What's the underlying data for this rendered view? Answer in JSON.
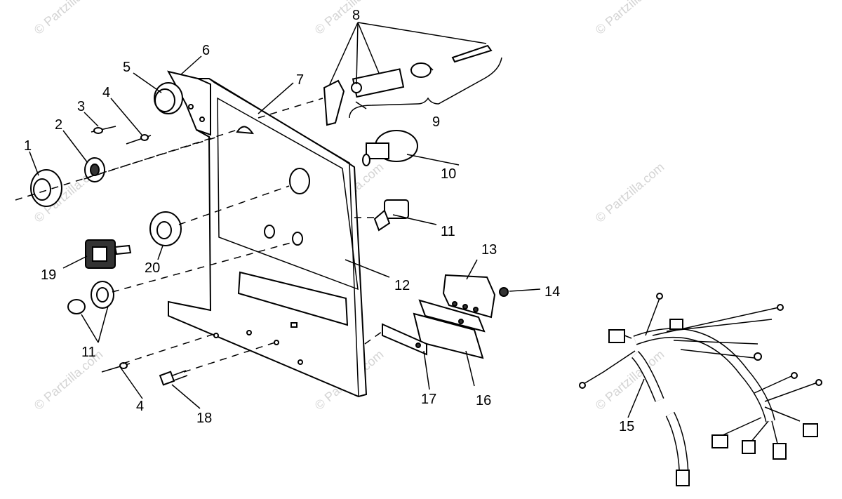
{
  "watermark": {
    "text": "© Partzilla.com",
    "color": "#cccccc"
  },
  "callouts": [
    {
      "id": "1",
      "text": "1"
    },
    {
      "id": "2",
      "text": "2"
    },
    {
      "id": "3",
      "text": "3"
    },
    {
      "id": "4a",
      "text": "4"
    },
    {
      "id": "4b",
      "text": "4"
    },
    {
      "id": "5",
      "text": "5"
    },
    {
      "id": "6",
      "text": "6"
    },
    {
      "id": "7",
      "text": "7"
    },
    {
      "id": "8",
      "text": "8"
    },
    {
      "id": "9",
      "text": "9"
    },
    {
      "id": "10",
      "text": "10"
    },
    {
      "id": "11a",
      "text": "11"
    },
    {
      "id": "11b",
      "text": "11"
    },
    {
      "id": "12",
      "text": "12"
    },
    {
      "id": "13",
      "text": "13"
    },
    {
      "id": "14",
      "text": "14"
    },
    {
      "id": "15",
      "text": "15"
    },
    {
      "id": "16",
      "text": "16"
    },
    {
      "id": "17",
      "text": "17"
    },
    {
      "id": "18",
      "text": "18"
    },
    {
      "id": "19",
      "text": "19"
    },
    {
      "id": "20",
      "text": "20"
    }
  ]
}
